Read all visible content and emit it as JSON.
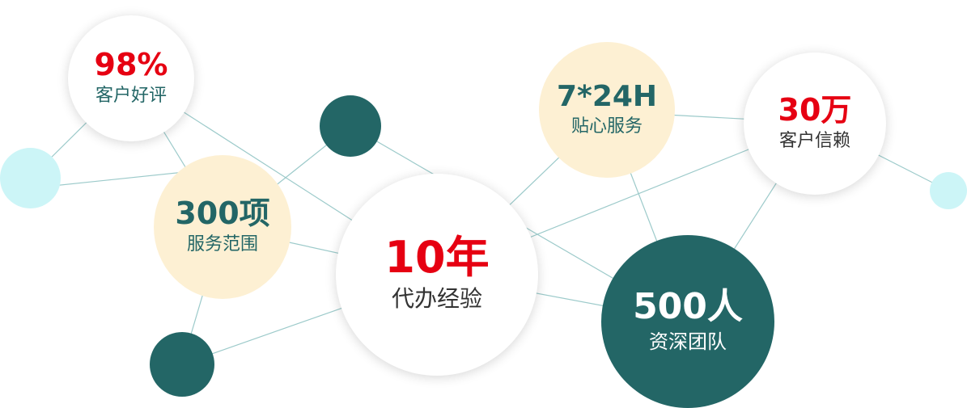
{
  "colors": {
    "teal": "#236666",
    "cream": "#fdf0d3",
    "cyan": "#ccf5f7",
    "red": "#e60012",
    "line": "#9ccaca"
  },
  "stats": {
    "satisfaction": {
      "value": "98%",
      "label": "客户好评"
    },
    "services": {
      "value": "300项",
      "label": "服务范围"
    },
    "experience": {
      "value": "10年",
      "label": "代办经验"
    },
    "support": {
      "value": "7*24H",
      "label": "贴心服务"
    },
    "clients": {
      "value": "30万",
      "label": "客户信赖"
    },
    "team": {
      "value": "500人",
      "label": "资深团队"
    }
  }
}
